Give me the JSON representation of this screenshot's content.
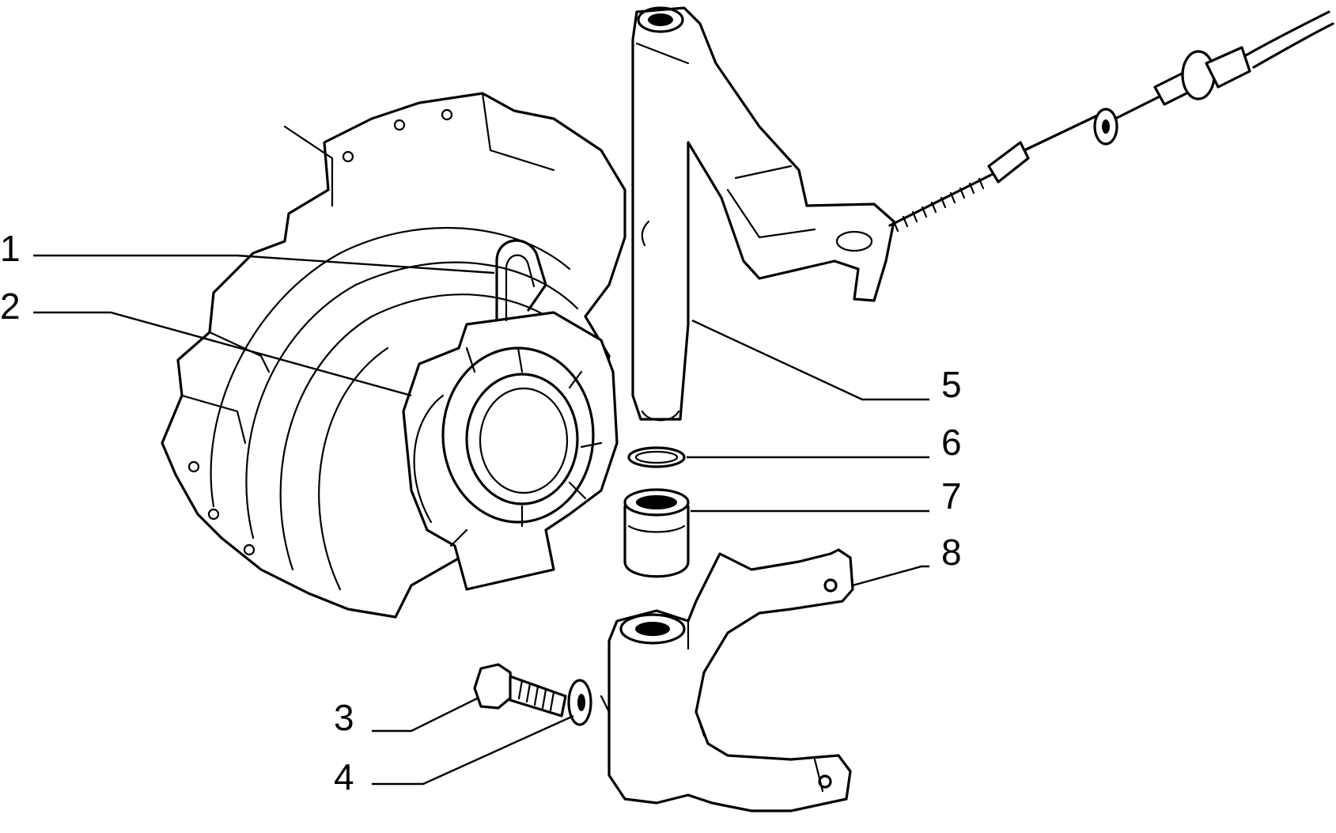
{
  "callouts": [
    {
      "id": "1",
      "label": "1"
    },
    {
      "id": "2",
      "label": "2"
    },
    {
      "id": "3",
      "label": "3"
    },
    {
      "id": "4",
      "label": "4"
    },
    {
      "id": "5",
      "label": "5"
    },
    {
      "id": "6",
      "label": "6"
    },
    {
      "id": "7",
      "label": "7"
    },
    {
      "id": "8",
      "label": "8"
    }
  ],
  "colors": {
    "ink": "#000000",
    "paper": "#ffffff"
  }
}
